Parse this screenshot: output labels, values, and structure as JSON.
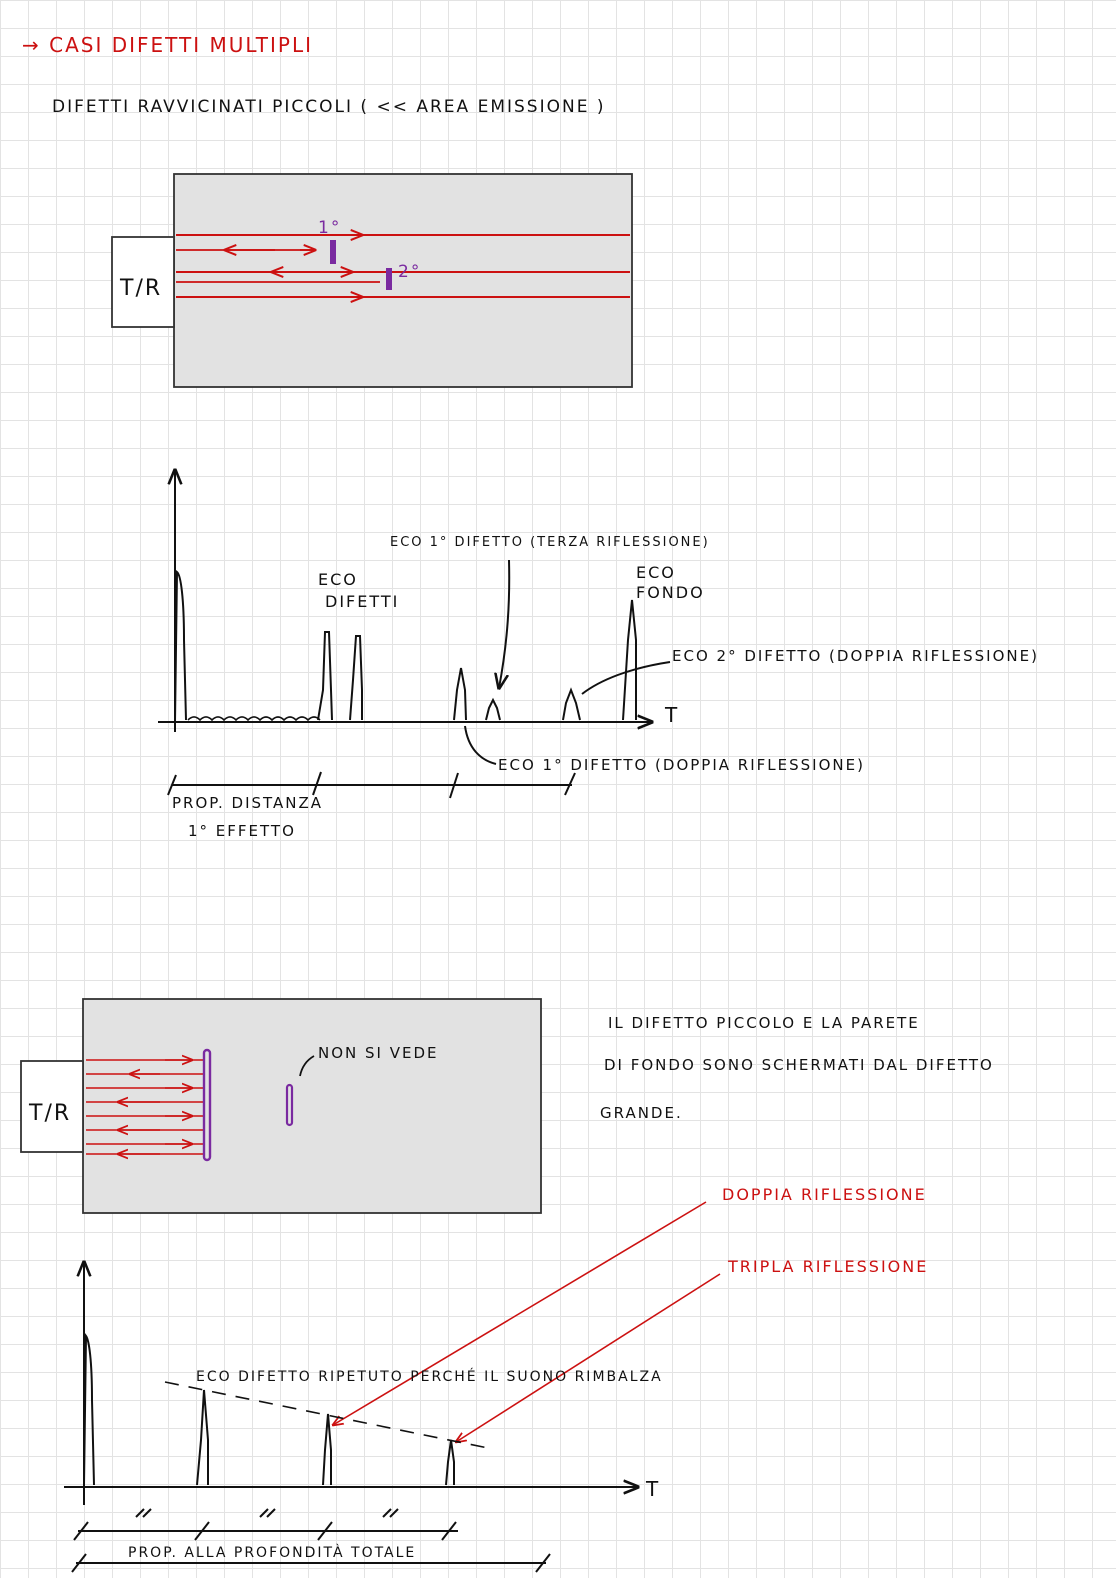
{
  "heading": "→ CASI DIFETTI MULTIPLI",
  "subtitle": "DIFETTI RAVVICINATI PICCOLI ( << AREA EMISSIONE )",
  "diagram1": {
    "probe_label": "T/R",
    "defect1_label": "1°",
    "defect2_label": "2°"
  },
  "ascan1": {
    "t_label": "T",
    "label_eco_difetti_1": "ECO",
    "label_eco_difetti_2": "DIFETTI",
    "label_eco_terza": "ECO 1° DIFETTO (TERZA RIFLESSIONE)",
    "label_eco_fondo_1": "ECO",
    "label_eco_fondo_2": "FONDO",
    "label_eco2_doppia": "ECO 2° DIFETTO (DOPPIA RIFLESSIONE)",
    "label_eco1_doppia": "ECO 1° DIFETTO (DOPPIA RIFLESSIONE)",
    "label_prop_1": "PROP. DISTANZA",
    "label_prop_2": "1° EFFETTO"
  },
  "diagram2": {
    "probe_label": "T/R",
    "non_si_vede": "NON SI VEDE"
  },
  "note": {
    "line1": "IL DIFETTO PICCOLO E LA PARETE",
    "line2": "DI FONDO SONO SCHERMATI DAL DIFETTO",
    "line3": "GRANDE."
  },
  "ascan2": {
    "t_label": "T",
    "doppia": "DOPPIA RIFLESSIONE",
    "tripla": "TRIPLA RIFLESSIONE",
    "eco_ripetuto": "ECO DIFETTO RIPETUTO PERCHÉ IL SUONO RIMBALZA",
    "prop_totale": "PROP. ALLA PROFONDITÀ TOTALE"
  },
  "colors": {
    "ink": "#111111",
    "red": "#cc1111",
    "purple": "#7a2aa0",
    "block": "#e2e2e2"
  }
}
